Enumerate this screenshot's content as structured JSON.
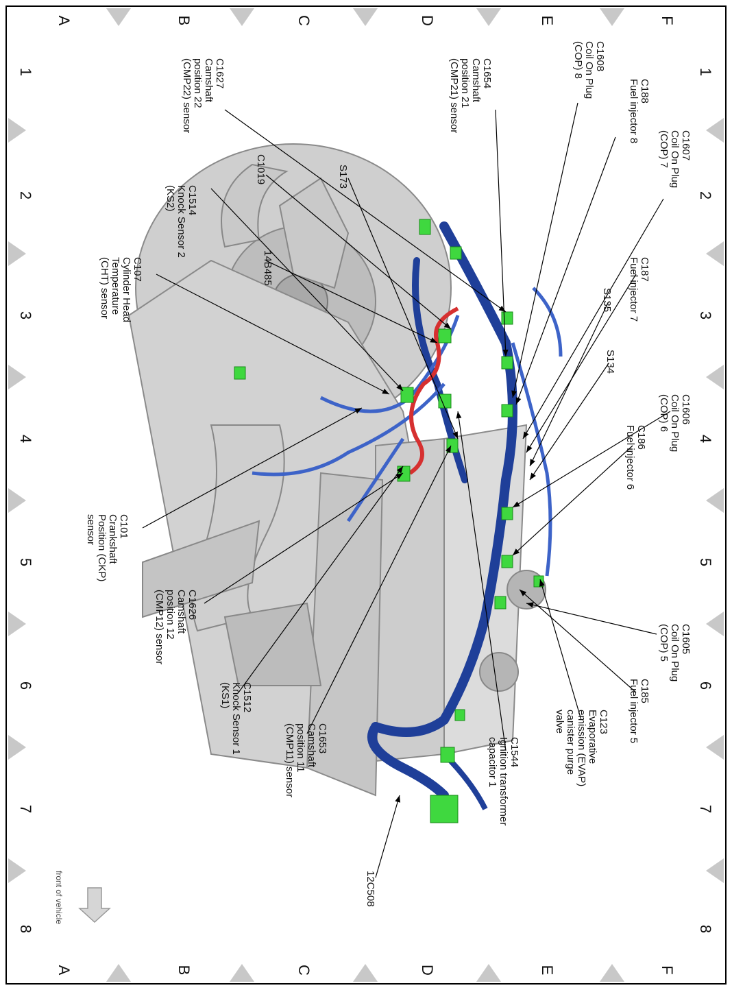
{
  "grid": {
    "columns": [
      "1",
      "2",
      "3",
      "4",
      "5",
      "6",
      "7",
      "8"
    ],
    "rows": [
      "A",
      "B",
      "C",
      "D",
      "E",
      "F"
    ]
  },
  "front_label": "front of vehicle",
  "callouts": [
    {
      "id": "c1627",
      "lines": [
        "C1627",
        "Camshaft",
        "position 22",
        "(CMP22) sensor"
      ]
    },
    {
      "id": "c1654",
      "lines": [
        "C1654",
        "Camshaft",
        "position 21",
        "(CMP21) sensor"
      ]
    },
    {
      "id": "c1608",
      "lines": [
        "C1608",
        "Coil On Plug",
        "(COP) 8"
      ]
    },
    {
      "id": "c188",
      "lines": [
        "C188",
        "Fuel injector 8"
      ]
    },
    {
      "id": "c1607",
      "lines": [
        "C1607",
        "Coil On Plug",
        "(COP) 7"
      ]
    },
    {
      "id": "s173",
      "lines": [
        "S173"
      ]
    },
    {
      "id": "c1019",
      "lines": [
        "C1019"
      ]
    },
    {
      "id": "c1514",
      "lines": [
        "C1514",
        "Knock Sensor 2",
        "(KS2)"
      ]
    },
    {
      "id": "b14b485",
      "lines": [
        "14B485"
      ]
    },
    {
      "id": "c187",
      "lines": [
        "C187",
        "Fuel injector 7"
      ]
    },
    {
      "id": "s135",
      "lines": [
        "S135"
      ]
    },
    {
      "id": "s134",
      "lines": [
        "S134"
      ]
    },
    {
      "id": "c107",
      "lines": [
        "C107",
        "Cylinder Head",
        "Temperature",
        "(CHT) sensor"
      ]
    },
    {
      "id": "c1606",
      "lines": [
        "C1606",
        "Coil On Plug",
        "(COP) 6"
      ]
    },
    {
      "id": "c186",
      "lines": [
        "C186",
        "Fuel injector 6"
      ]
    },
    {
      "id": "c101",
      "lines": [
        "C101",
        "Crankshaft",
        "Position (CKP)",
        "sensor"
      ]
    },
    {
      "id": "c1626",
      "lines": [
        "C1626",
        "Camshaft",
        "position 12",
        "(CMP12) sensor"
      ]
    },
    {
      "id": "c1605",
      "lines": [
        "C1605",
        "Coil On Plug",
        "(COP) 5"
      ]
    },
    {
      "id": "c185",
      "lines": [
        "C185",
        "Fuel injector 5"
      ]
    },
    {
      "id": "c123",
      "lines": [
        "C123",
        "Evaporative",
        "emission (EVAP)",
        "canister purge",
        "valve"
      ]
    },
    {
      "id": "c1653",
      "lines": [
        "C1653",
        "Camshaft",
        "position 11",
        "(CMP11) sensor"
      ]
    },
    {
      "id": "c1512",
      "lines": [
        "C1512",
        "Knock Sensor 1",
        "(KS1)"
      ]
    },
    {
      "id": "c1544",
      "lines": [
        "C1544",
        "Ignition transformer",
        "capacitor 1"
      ]
    },
    {
      "id": "b12c508",
      "lines": [
        "12C508"
      ]
    }
  ],
  "colors": {
    "harness": "#1f3f99",
    "harness_light": "#3d63c8",
    "connector": "#3fd83f",
    "red_wire": "#d63030",
    "engine": "#c8c8c8",
    "engine_dark": "#9a9a9a",
    "triangle": "#c8c8c8"
  }
}
